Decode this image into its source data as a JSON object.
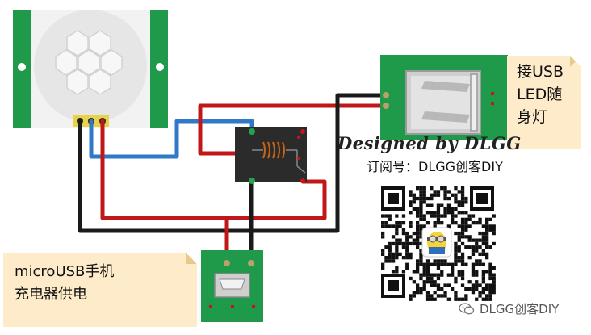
{
  "usb_note": {
    "lines": [
      "接USB",
      "LED随",
      "身灯"
    ]
  },
  "power_note": {
    "lines": [
      "microUSB手机",
      "充电器供电"
    ]
  },
  "designed_by": "Designed by DLGG",
  "subscribe_label": "订阅号：DLGG创客DIY",
  "wechat_label": "DLGG创客DIY",
  "colors": {
    "board_green": "#1e9a4a",
    "wire_red": "#c01818",
    "wire_black": "#1a1a1a",
    "wire_blue": "#2f79c8",
    "note_bg": "#fdebc9"
  },
  "icons": [
    "pir-sensor-module",
    "relay-module",
    "usb-female-port",
    "micro-usb-port",
    "qr-code",
    "wechat-icon"
  ]
}
